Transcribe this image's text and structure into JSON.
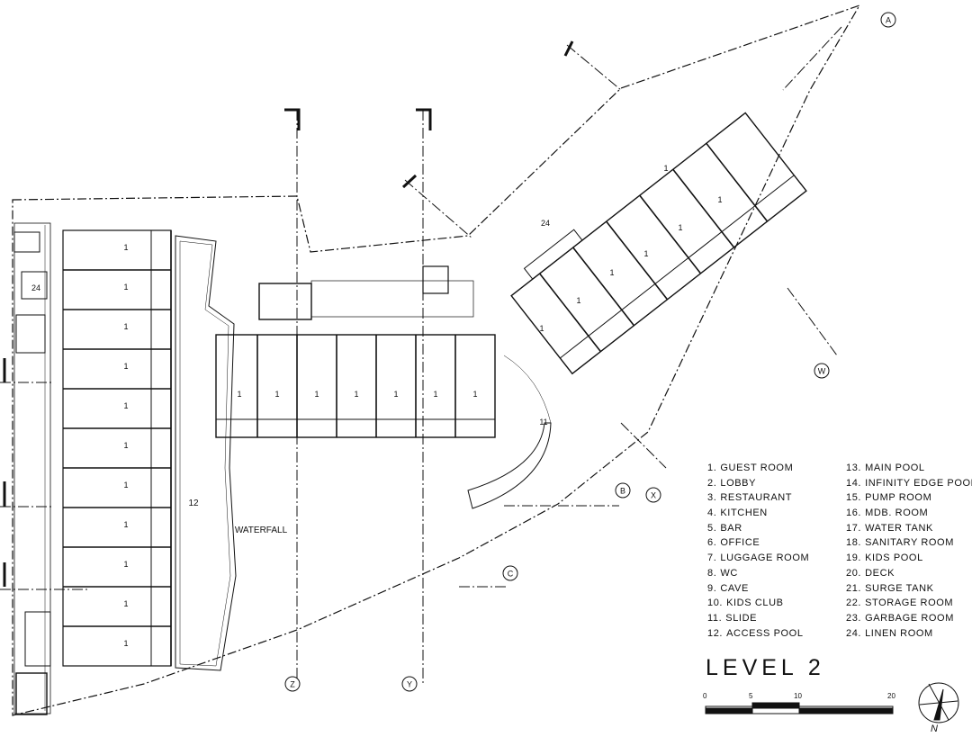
{
  "legend_left": [
    {
      "num": "1.",
      "label": "GUEST ROOM"
    },
    {
      "num": "2.",
      "label": "LOBBY"
    },
    {
      "num": "3.",
      "label": "RESTAURANT"
    },
    {
      "num": "4.",
      "label": "KITCHEN"
    },
    {
      "num": "5.",
      "label": "BAR"
    },
    {
      "num": "6.",
      "label": "OFFICE"
    },
    {
      "num": "7.",
      "label": "LUGGAGE ROOM"
    },
    {
      "num": "8.",
      "label": "WC"
    },
    {
      "num": "9.",
      "label": "CAVE"
    },
    {
      "num": "10.",
      "label": "KIDS CLUB"
    },
    {
      "num": "11.",
      "label": "SLIDE"
    },
    {
      "num": "12.",
      "label": "ACCESS POOL"
    }
  ],
  "legend_right": [
    {
      "num": "13.",
      "label": "MAIN POOL"
    },
    {
      "num": "14.",
      "label": "INFINITY EDGE POOL"
    },
    {
      "num": "15.",
      "label": "PUMP ROOM"
    },
    {
      "num": "16.",
      "label": "MDB. ROOM"
    },
    {
      "num": "17.",
      "label": "WATER TANK"
    },
    {
      "num": "18.",
      "label": "SANITARY ROOM"
    },
    {
      "num": "19.",
      "label": "KIDS POOL"
    },
    {
      "num": "20.",
      "label": "DECK"
    },
    {
      "num": "21.",
      "label": "SURGE TANK"
    },
    {
      "num": "22.",
      "label": "STORAGE ROOM"
    },
    {
      "num": "23.",
      "label": "GARBAGE ROOM"
    },
    {
      "num": "24.",
      "label": "LINEN ROOM"
    }
  ],
  "title": "LEVEL 2",
  "scale_labels": [
    "0",
    "5",
    "10",
    "20"
  ],
  "north_label": "N",
  "plan_labels": {
    "room": "1",
    "access_pool": "12",
    "slide": "11",
    "linen": "24",
    "waterfall": "WATERFALL"
  },
  "section_markers": [
    "A",
    "W",
    "B",
    "X",
    "C",
    "Z",
    "Y"
  ]
}
